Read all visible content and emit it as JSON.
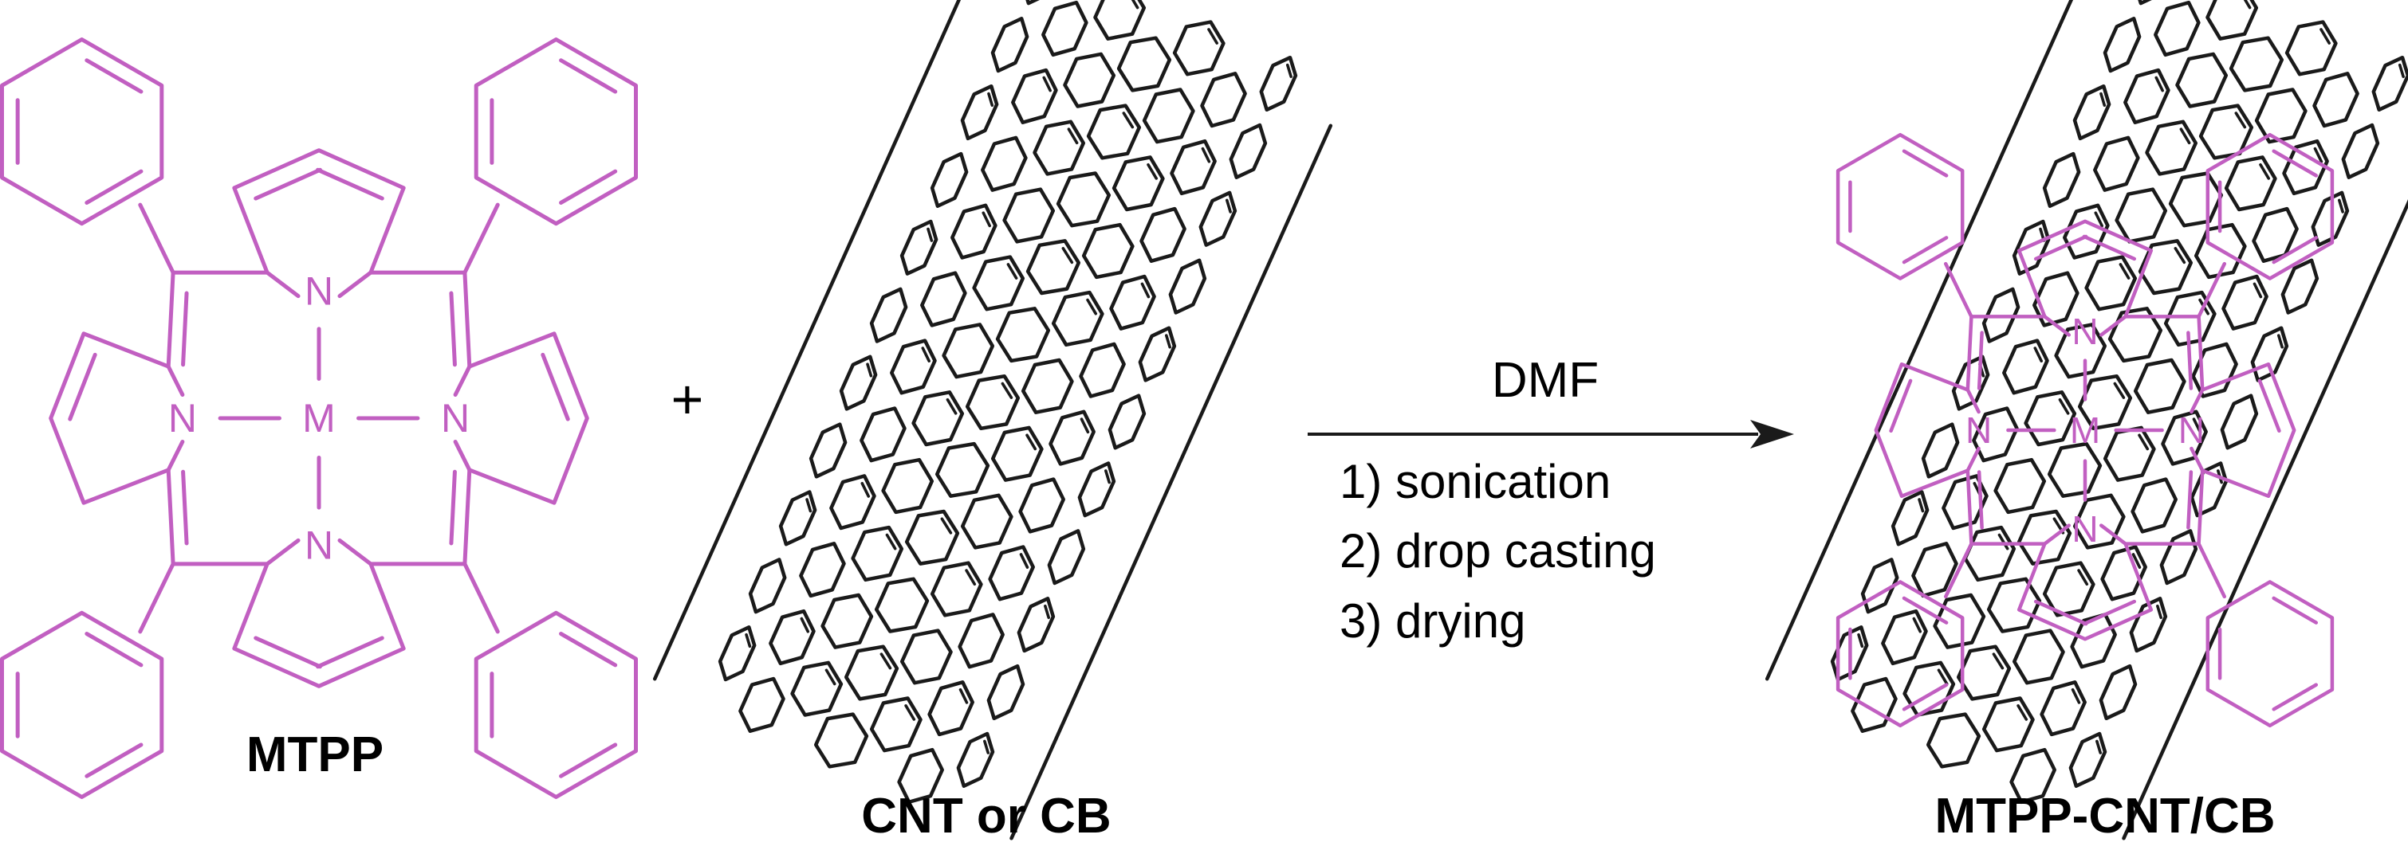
{
  "colors": {
    "porphyrin": "#c15fc1",
    "tube": "#1a1a1a",
    "text": "#1a1a1a",
    "background": "#ffffff"
  },
  "atoms": {
    "nitrogen": "N",
    "metal": "M"
  },
  "labels": {
    "reactant_porphyrin": "MTPP",
    "plus": "+",
    "reactant_carbon": "CNT or CB",
    "product": "MTPP-CNT/CB"
  },
  "arrow": {
    "solvent": "DMF",
    "steps": [
      "1) sonication",
      "2) drop casting",
      "3) drying"
    ]
  }
}
